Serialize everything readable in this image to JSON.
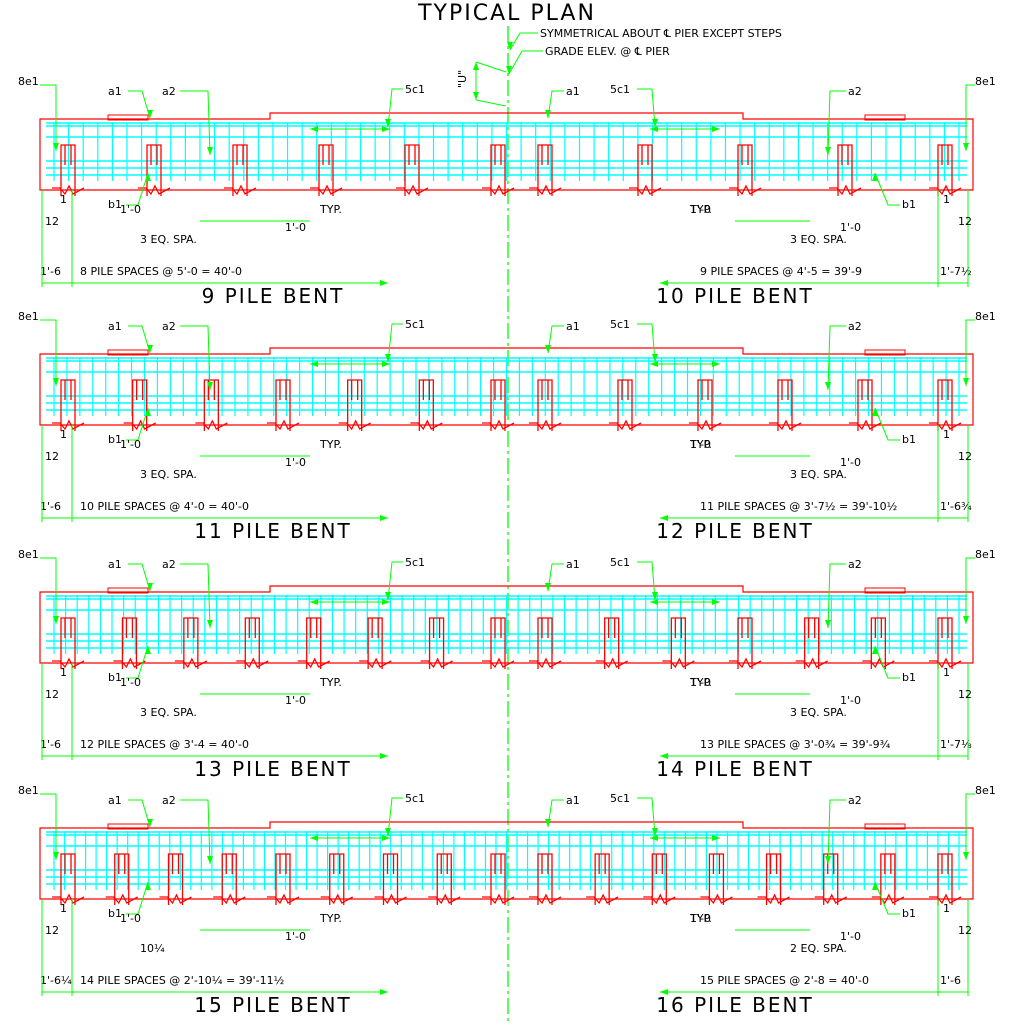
{
  "title": "TYPICAL PLAN",
  "notes": {
    "symmetry": "SYMMETRICAL ABOUT ℄ PIER EXCEPT STEPS",
    "grade": "GRADE ELEV. @ ℄ PIER",
    "u_label": "\"U\""
  },
  "colors": {
    "concrete": "#ff0000",
    "rebar": "#00ffff",
    "dimension": "#00ff00",
    "centerline": "#00ff00",
    "text": "#000000",
    "background": "#ffffff"
  },
  "bents": [
    {
      "left": {
        "title": "9 PILE BENT",
        "piles": 9,
        "bar_a1": "a1",
        "bar_a2": "a2",
        "bar_b1": "b1",
        "bar_c": "5c1",
        "bar_e": "8e1",
        "edge_dim": "1'-6",
        "spaces_dim": "8 PILE SPACES @ 5'-0 = 40'-0",
        "eq_spa": "3 EQ. SPA.",
        "one_ft": "1'-0",
        "typ": "TYP.",
        "twelve": "12",
        "one": "1"
      },
      "right": {
        "title": "10 PILE BENT",
        "piles": 10,
        "bar_a1": "a1",
        "bar_a2": "a2",
        "bar_b1": "b1",
        "bar_c": "5c1",
        "bar_e": "8e1",
        "edge_dim": "1'-7½",
        "spaces_dim": "9 PILE SPACES @ 4'-5  = 39'-9",
        "eq_spa": "3 EQ. SPA.",
        "one_ft": "1'-0",
        "typ": "TYP.",
        "twelve": "12",
        "one": "1"
      }
    },
    {
      "left": {
        "title": "11 PILE BENT",
        "piles": 11,
        "bar_a1": "a1",
        "bar_a2": "a2",
        "bar_b1": "b1",
        "bar_c": "5c1",
        "bar_e": "8e1",
        "edge_dim": "1'-6",
        "spaces_dim": "10 PILE SPACES @ 4'-0 = 40'-0",
        "eq_spa": "3 EQ. SPA.",
        "one_ft": "1'-0",
        "typ": "TYP.",
        "twelve": "12",
        "one": "1"
      },
      "right": {
        "title": "12 PILE BENT",
        "piles": 12,
        "bar_a1": "a1",
        "bar_a2": "a2",
        "bar_b1": "b1",
        "bar_c": "5c1",
        "bar_e": "8e1",
        "edge_dim": "1'-6¾",
        "spaces_dim": "11 PILE SPACES @ 3'-7½ = 39'-10½",
        "eq_spa": "3 EQ. SPA.",
        "one_ft": "1'-0",
        "typ": "TYP.",
        "twelve": "12",
        "one": "1"
      }
    },
    {
      "left": {
        "title": "13 PILE BENT",
        "piles": 13,
        "bar_a1": "a1",
        "bar_a2": "a2",
        "bar_b1": "b1",
        "bar_c": "5c1",
        "bar_e": "8e1",
        "edge_dim": "1'-6",
        "spaces_dim": "12 PILE SPACES @ 3'-4 = 40'-0",
        "eq_spa": "3 EQ. SPA.",
        "one_ft": "1'-0",
        "typ": "TYP.",
        "twelve": "12",
        "one": "1"
      },
      "right": {
        "title": "14 PILE BENT",
        "piles": 14,
        "bar_a1": "a1",
        "bar_a2": "a2",
        "bar_b1": "b1",
        "bar_c": "5c1",
        "bar_e": "8e1",
        "edge_dim": "1'-7⅛",
        "spaces_dim": "13 PILE SPACES @ 3'-0¾ = 39'-9¾",
        "eq_spa": "3 EQ. SPA.",
        "one_ft": "1'-0",
        "typ": "TYP.",
        "twelve": "12",
        "one": "1"
      }
    },
    {
      "left": {
        "title": "15 PILE BENT",
        "piles": 15,
        "bar_a1": "a1",
        "bar_a2": "a2",
        "bar_b1": "b1",
        "bar_c": "5c1",
        "bar_e": "8e1",
        "edge_dim": "1'-6¼",
        "spaces_dim": "14 PILE SPACES @ 2'-10¼ = 39'-11½",
        "eq_spa": "10¼",
        "one_ft": "1'-0",
        "typ": "TYP.",
        "twelve": "12",
        "one": "1"
      },
      "right": {
        "title": "16 PILE BENT",
        "piles": 16,
        "bar_a1": "a1",
        "bar_a2": "a2",
        "bar_b1": "b1",
        "bar_c": "5c1",
        "bar_e": "8e1",
        "edge_dim": "1'-6",
        "spaces_dim": "15 PILE SPACES @ 2'-8 = 40'-0",
        "eq_spa": "2 EQ. SPA.",
        "one_ft": "1'-0",
        "typ": "TYP.",
        "twelve": "12",
        "one": "1"
      }
    }
  ]
}
